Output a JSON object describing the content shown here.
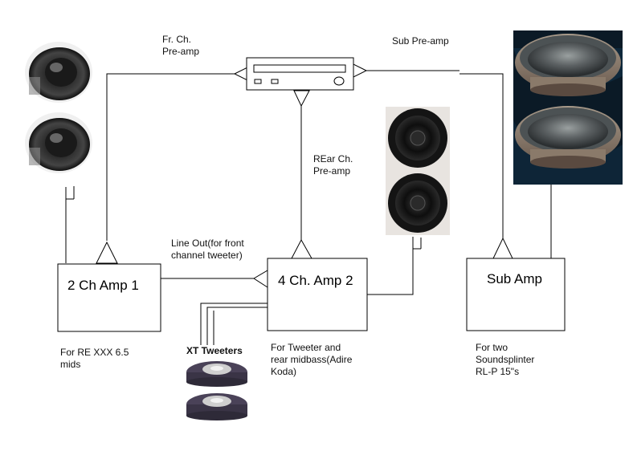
{
  "labels": {
    "front_preamp": [
      "Fr. Ch.",
      "Pre-amp"
    ],
    "sub_preamp": "Sub Pre-amp",
    "rear_preamp": [
      "REar Ch.",
      "Pre-amp"
    ],
    "line_out": [
      "Line Out(for front",
      "channel tweeter)"
    ],
    "tweeters": "XT Tweeters"
  },
  "amps": {
    "amp1": {
      "title": "2 Ch Amp 1",
      "note": [
        "For RE XXX 6.5",
        "mids"
      ]
    },
    "amp2": {
      "title": "4 Ch. Amp 2",
      "note": [
        "For Tweeter and",
        "rear midbass(Adire",
        "Koda)"
      ]
    },
    "sub": {
      "title": "Sub Amp",
      "note": [
        "For two",
        "Soundsplinter",
        "RL-P 15\"s"
      ]
    }
  },
  "colors": {
    "line": "#000000",
    "sub_bg": "#0b1a26",
    "speaker_dark": "#1a1a1a",
    "tweeter_face": "#4a4258"
  }
}
